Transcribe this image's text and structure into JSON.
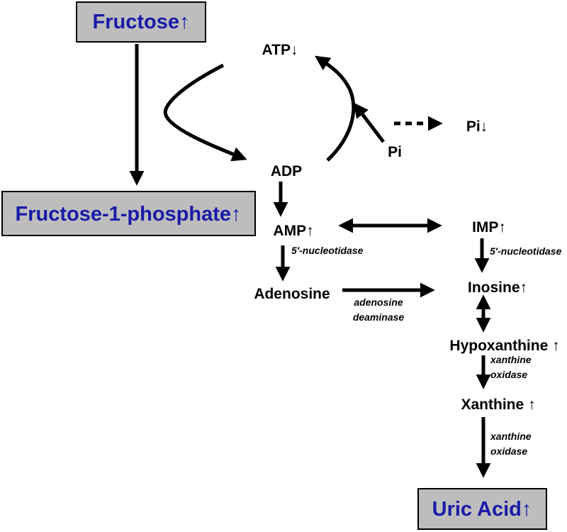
{
  "boxes": {
    "fructose": "Fructose↑",
    "fructose_1_phosphate": "Fructose-1-phosphate↑",
    "uric_acid": "Uric Acid↑"
  },
  "nodes": {
    "atp": "ATP↓",
    "adp": "ADP",
    "pi": "Pi",
    "pi_down": "Pi↓",
    "amp": "AMP↑",
    "imp": "IMP↑",
    "adenosine": "Adenosine",
    "inosine": "Inosine↑",
    "hypoxanthine": "Hypoxanthine ↑",
    "xanthine": "Xanthine ↑"
  },
  "enzymes": {
    "nucleotidase_amp": "5′-nucleotidase",
    "nucleotidase_imp": "5′-nucleotidase",
    "adenosine_deaminase_1": "adenosine",
    "adenosine_deaminase_2": "deaminase",
    "xo_1_line1": "xanthine",
    "xo_1_line2": "oxidase",
    "xo_2_line1": "xanthine",
    "xo_2_line2": "oxidase"
  },
  "colors": {
    "box_fill": "#bdbdbd",
    "box_text": "#1a1aa8",
    "arrows": "#000000"
  }
}
